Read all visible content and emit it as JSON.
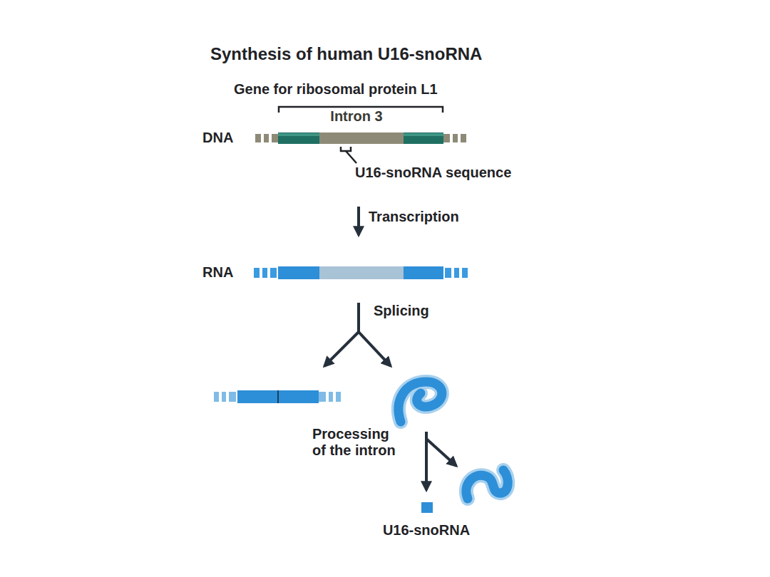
{
  "diagram": {
    "title": "Synthesis of human U16-snoRNA",
    "labels": [
      "Gene for ribosomal protein L1",
      "Intron 3",
      "DNA",
      "U16-snoRNA sequence",
      "Transcription",
      "RNA",
      "Splicing",
      "Processing of the intron",
      "U16-snoRNA"
    ]
  }
}
